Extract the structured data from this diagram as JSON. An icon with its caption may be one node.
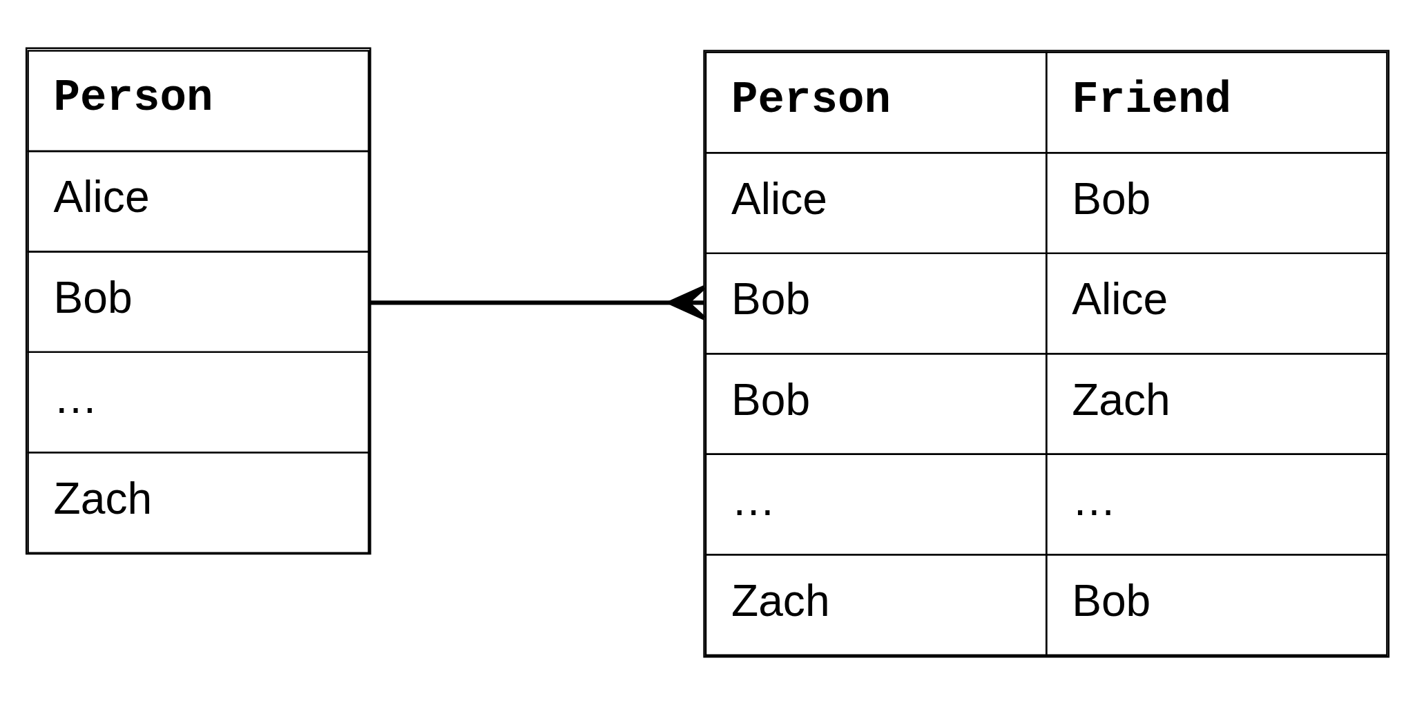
{
  "diagram": {
    "nodes": [
      {
        "text": [
          "Person",
          "Alice",
          "Bob",
          "…",
          "Zach"
        ]
      },
      {
        "text": [
          "Person",
          "Friend",
          "Alice",
          "Bob",
          "Bob",
          "Alice",
          "Bob",
          "Zach",
          "…",
          "…",
          "Zach",
          "Bob"
        ]
      }
    ],
    "edges": [
      {
        "from": 0,
        "to": 1,
        "arrow": "other"
      }
    ]
  }
}
